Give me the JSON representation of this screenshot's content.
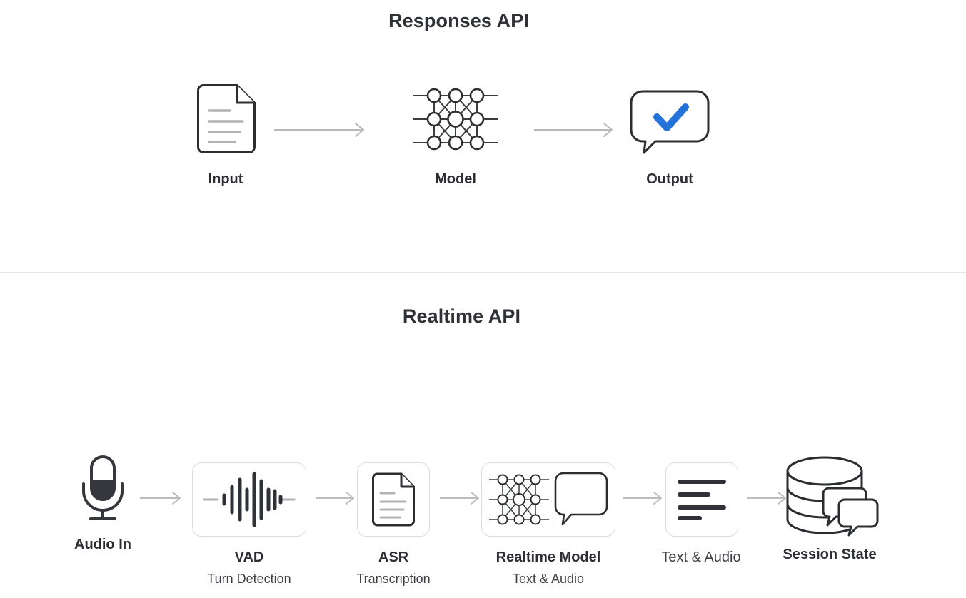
{
  "page": {
    "background": "#ffffff",
    "accent_blue": "#2272d8",
    "ink": "#2d2f33",
    "line_gray": "#b5b5b5",
    "box_border": "#dcdcdc"
  },
  "responses_section": {
    "title": "Responses API",
    "nodes": [
      {
        "id": "input",
        "label": "Input",
        "icon": "document-icon"
      },
      {
        "id": "model",
        "label": "Model",
        "icon": "neural-network-icon"
      },
      {
        "id": "output",
        "label": "Output",
        "icon": "speech-bubble-check-icon"
      }
    ],
    "arrows": [
      {
        "id": "arrow-input-model",
        "from": "input",
        "to": "model"
      },
      {
        "id": "arrow-model-output",
        "from": "model",
        "to": "output"
      }
    ]
  },
  "realtime_section": {
    "title": "Realtime API",
    "nodes": [
      {
        "id": "audio-in",
        "label": "Audio In",
        "sublabel": "",
        "icon": "microphone-icon",
        "boxed": false,
        "bold": true
      },
      {
        "id": "vad",
        "label": "VAD",
        "sublabel": "Turn Detection",
        "icon": "waveform-icon",
        "boxed": true,
        "bold": true
      },
      {
        "id": "asr",
        "label": "ASR",
        "sublabel": "Transcription",
        "icon": "document-icon",
        "boxed": true,
        "bold": true
      },
      {
        "id": "realtime-model",
        "label": "Realtime Model",
        "sublabel": "Text & Audio",
        "icon": "neural-network-bubble-icon",
        "boxed": true,
        "bold": true
      },
      {
        "id": "text-audio",
        "label": "Text & Audio",
        "sublabel": "",
        "icon": "text-lines-icon",
        "boxed": true,
        "bold": false
      },
      {
        "id": "session-state",
        "label": "Session State",
        "sublabel": "",
        "icon": "database-chat-icon",
        "boxed": false,
        "bold": true
      }
    ],
    "arrows": [
      {
        "id": "arrow-audioin-vad",
        "from": "audio-in",
        "to": "vad"
      },
      {
        "id": "arrow-vad-asr",
        "from": "vad",
        "to": "asr"
      },
      {
        "id": "arrow-asr-realtimemodel",
        "from": "asr",
        "to": "realtime-model"
      },
      {
        "id": "arrow-realtimemodel-text",
        "from": "realtime-model",
        "to": "text-audio"
      },
      {
        "id": "arrow-text-sessionstate",
        "from": "text-audio",
        "to": "session-state"
      }
    ]
  }
}
